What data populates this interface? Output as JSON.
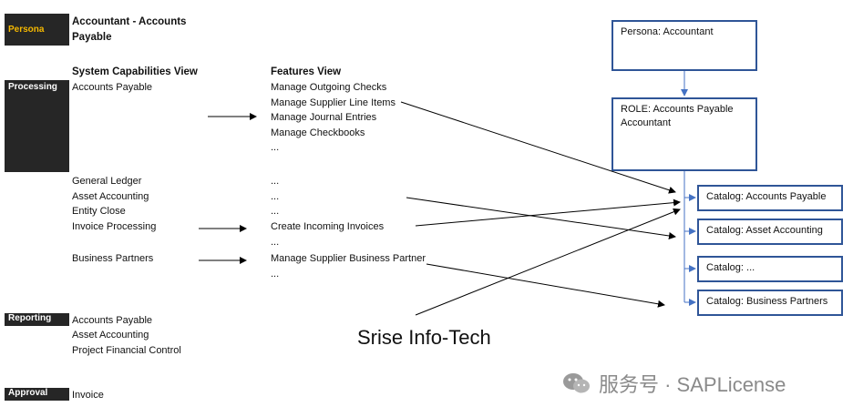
{
  "persona": {
    "tag": "Persona",
    "title": "Accountant - Accounts Payable"
  },
  "headers": {
    "system": "System Capabilities View",
    "features": "Features View"
  },
  "sections": {
    "processing": "Processing",
    "reporting": "Reporting",
    "approval": "Approval"
  },
  "processing_items": {
    "ap": "Accounts Payable",
    "gl": "General Ledger",
    "asset": "Asset Accounting",
    "entity": "Entity Close",
    "invoice": "Invoice Processing",
    "bp": "Business Partners"
  },
  "features": {
    "f1": "Manage Outgoing Checks",
    "f2": "Manage Supplier Line Items",
    "f3": "Manage Journal Entries",
    "f4": "Manage Checkbooks",
    "e1": "...",
    "e2": "...",
    "e3": "...",
    "e4": "...",
    "cii": "Create Incoming Invoices",
    "e5": "...",
    "msbp": "Manage Supplier Business Partner",
    "e6": "..."
  },
  "reporting_items": [
    "Accounts Payable",
    "Asset Accounting",
    "Project Financial Control"
  ],
  "approval_items": [
    "Invoice"
  ],
  "right": {
    "persona_box": "Persona: Accountant",
    "role_box": "ROLE: Accounts Payable Accountant",
    "catalogs": [
      "Catalog: Accounts Payable",
      "Catalog: Asset Accounting",
      "Catalog: ...",
      "Catalog: Business Partners"
    ]
  },
  "center_text": "Srise Info-Tech",
  "watermark": "服务号 · SAPLicense",
  "colors": {
    "accent_yellow": "#f5b800",
    "dark_block": "#262626",
    "blue_border": "#2f5597",
    "blue_line": "#4472c4"
  }
}
